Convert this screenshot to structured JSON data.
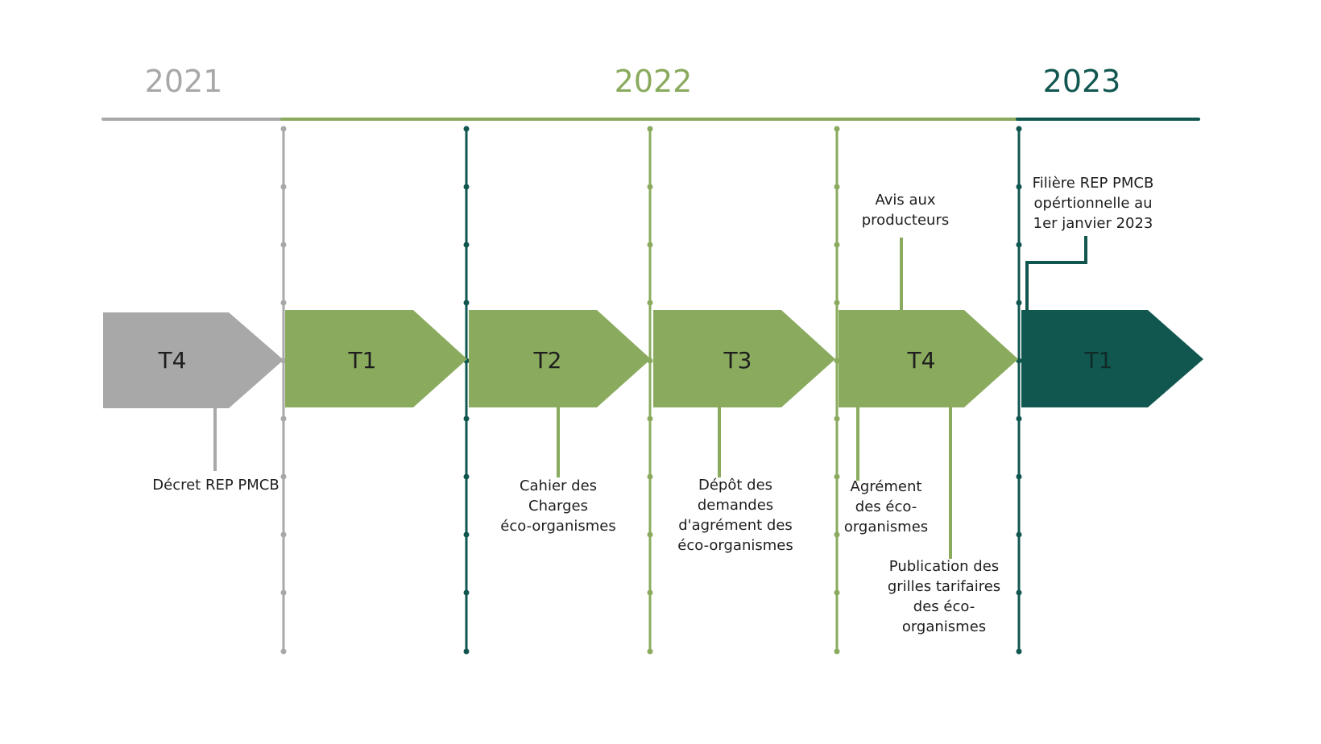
{
  "years": [
    {
      "label": "2021",
      "color": "#a8a8a8"
    },
    {
      "label": "2022",
      "color": "#8aab5e"
    },
    {
      "label": "2023",
      "color": "#115750"
    }
  ],
  "quarters": [
    {
      "label": "T4",
      "year": "2021",
      "color": "#a8a8a8"
    },
    {
      "label": "T1",
      "year": "2022",
      "color": "#8aab5e"
    },
    {
      "label": "T2",
      "year": "2022",
      "color": "#8aab5e"
    },
    {
      "label": "T3",
      "year": "2022",
      "color": "#8aab5e"
    },
    {
      "label": "T4",
      "year": "2022",
      "color": "#8aab5e"
    },
    {
      "label": "T1",
      "year": "2023",
      "color": "#115750"
    }
  ],
  "events": [
    {
      "text": "Décret REP PMCB",
      "quarter": "T4 2021",
      "position": "below"
    },
    {
      "text": "Cahier des\nCharges\néco-organismes",
      "quarter": "T2 2022",
      "position": "below"
    },
    {
      "text": "Dépôt des\ndemandes\nd'agrément des\néco-organismes",
      "quarter": "T3 2022",
      "position": "below"
    },
    {
      "text": "Avis aux\nproducteurs",
      "quarter": "T4 2022",
      "position": "above"
    },
    {
      "text": "Agrément\ndes éco-\norganismes",
      "quarter": "T4 2022",
      "position": "below"
    },
    {
      "text": "Publication des\ngrilles tarifaires\ndes éco-\norganismes",
      "quarter": "T4 2022",
      "position": "below"
    },
    {
      "text": "Filière REP PMCB\nopértionnelle au\n1er janvier 2023",
      "quarter": "T1 2023",
      "position": "above"
    }
  ]
}
